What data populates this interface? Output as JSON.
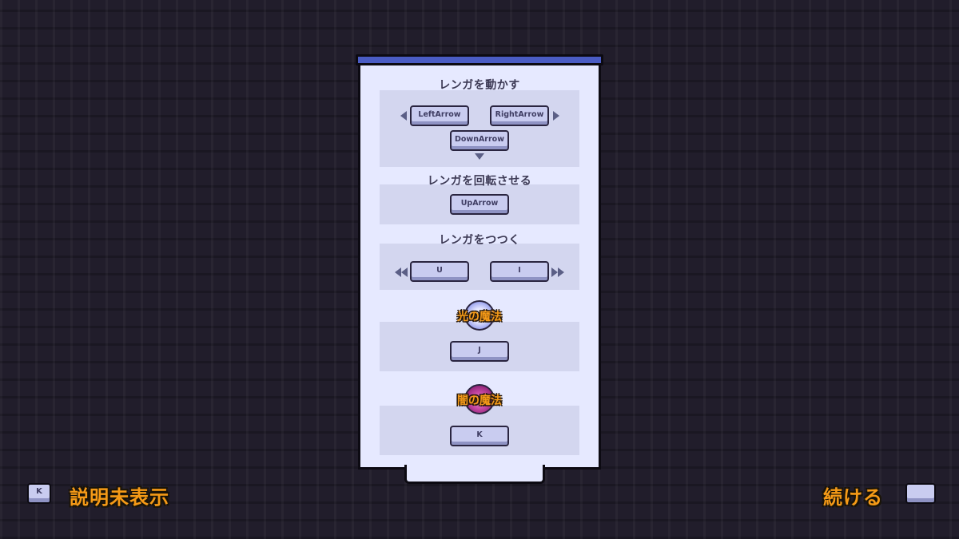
{
  "panel": {
    "sections": {
      "move": {
        "title": "レンガを動かす",
        "keys": {
          "left": "LeftArrow",
          "right": "RightArrow",
          "down": "DownArrow"
        }
      },
      "rotate": {
        "title": "レンガを回転させる",
        "keys": {
          "up": "UpArrow"
        }
      },
      "push": {
        "title": "レンガをつつく",
        "keys": {
          "u": "U",
          "i": "I"
        }
      },
      "light_magic": {
        "title": "光の魔法",
        "keys": {
          "j": "J"
        }
      },
      "dark_magic": {
        "title": "闇の魔法",
        "keys": {
          "k": "K"
        }
      }
    }
  },
  "hud": {
    "hide_help": {
      "key": "K",
      "label": "説明未表示"
    },
    "continue": {
      "key": "",
      "label": "続ける"
    }
  },
  "icons": {
    "move_left_arrow": "triangle-left",
    "move_right_arrow": "triangle-right",
    "move_down_arrow": "triangle-down",
    "push_left_arrows": "double-triangle-left",
    "push_right_arrows": "double-triangle-right",
    "light_orb": "light-magic-orb",
    "dark_orb": "dark-magic-orb"
  },
  "colors": {
    "background": "#211d2b",
    "panel": "#e6e9ff",
    "panel_header": "#4a5cc4",
    "section": "#d3d6ef",
    "key": "#c9ccf0",
    "accent_text": "#f59a17"
  }
}
